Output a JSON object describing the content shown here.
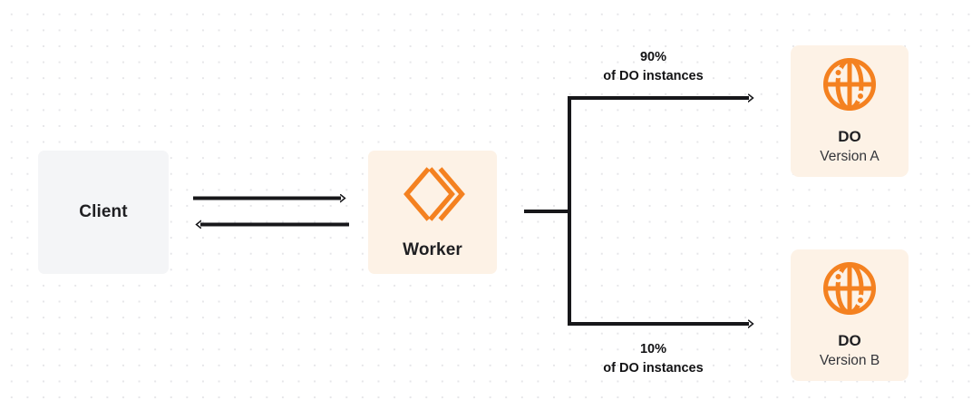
{
  "diagram": {
    "title": "Durable Object gradual deployment split",
    "background": {
      "color": "#ffffff",
      "dot_color": "#e6e6e9"
    },
    "colors": {
      "brand_orange": "#f48120",
      "client_box": "#f4f5f7",
      "worker_box": "#fdf2e6",
      "do_box": "#fdf2e6",
      "text": "#1f1f22",
      "connector": "#17171a"
    },
    "nodes": [
      {
        "id": "client",
        "label": "Client",
        "icon": "none"
      },
      {
        "id": "worker",
        "label": "Worker",
        "icon": "cloudflare-workers-icon"
      },
      {
        "id": "do-a",
        "title": "DO",
        "subtitle": "Version A",
        "icon": "globe-icon"
      },
      {
        "id": "do-b",
        "title": "DO",
        "subtitle": "Version B",
        "icon": "globe-icon"
      }
    ],
    "edges": [
      {
        "id": "client-to-worker",
        "from": "client",
        "to": "worker",
        "direction": "right"
      },
      {
        "id": "worker-to-client",
        "from": "worker",
        "to": "client",
        "direction": "left"
      },
      {
        "id": "worker-to-do-a",
        "from": "worker",
        "to": "do-a",
        "percent": "90%",
        "detail": "of DO instances"
      },
      {
        "id": "worker-to-do-b",
        "from": "worker",
        "to": "do-b",
        "percent": "10%",
        "detail": "of DO instances"
      }
    ]
  },
  "labels": {
    "client": "Client",
    "worker": "Worker",
    "do_a_title": "DO",
    "do_a_sub": "Version A",
    "do_b_title": "DO",
    "do_b_sub": "Version B",
    "split_top_percent": "90%",
    "split_top_detail": "of DO instances",
    "split_bottom_percent": "10%",
    "split_bottom_detail": "of DO instances"
  }
}
